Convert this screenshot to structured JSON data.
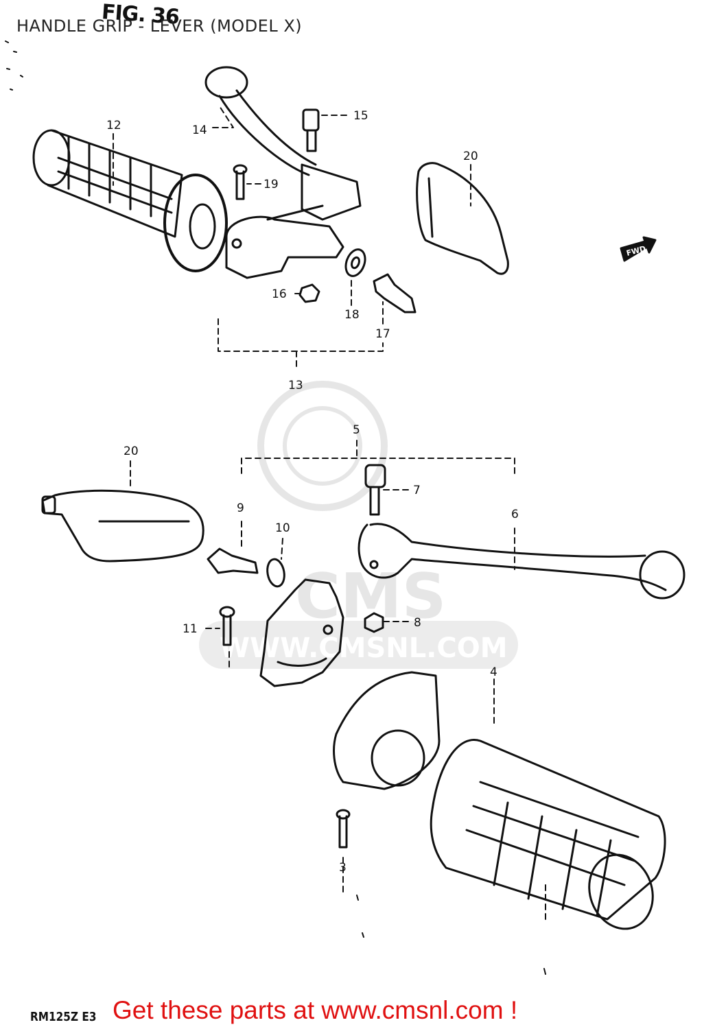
{
  "header": {
    "fig_label": "FIG. 36",
    "title": "HANDLE GRIP - LEVER (MODEL X)"
  },
  "watermark": {
    "brand": "CMS",
    "url": "WWW.CMSNL.COM"
  },
  "direction_tag": "FWD",
  "callouts": [
    {
      "id": "callout-12",
      "label": "12"
    },
    {
      "id": "callout-14",
      "label": "14"
    },
    {
      "id": "callout-15",
      "label": "15"
    },
    {
      "id": "callout-19",
      "label": "19"
    },
    {
      "id": "callout-20-top",
      "label": "20"
    },
    {
      "id": "callout-16",
      "label": "16"
    },
    {
      "id": "callout-18",
      "label": "18"
    },
    {
      "id": "callout-17",
      "label": "17"
    },
    {
      "id": "callout-13",
      "label": "13"
    },
    {
      "id": "callout-5",
      "label": "5"
    },
    {
      "id": "callout-20-bottom",
      "label": "20"
    },
    {
      "id": "callout-7",
      "label": "7"
    },
    {
      "id": "callout-9",
      "label": "9"
    },
    {
      "id": "callout-6",
      "label": "6"
    },
    {
      "id": "callout-10",
      "label": "10"
    },
    {
      "id": "callout-8",
      "label": "8"
    },
    {
      "id": "callout-11",
      "label": "11"
    },
    {
      "id": "callout-4",
      "label": "4"
    },
    {
      "id": "callout-3",
      "label": "3"
    }
  ],
  "footer": {
    "model_code": "RM125Z E3",
    "link_text": "Get these parts at www.cmsnl.com !"
  }
}
